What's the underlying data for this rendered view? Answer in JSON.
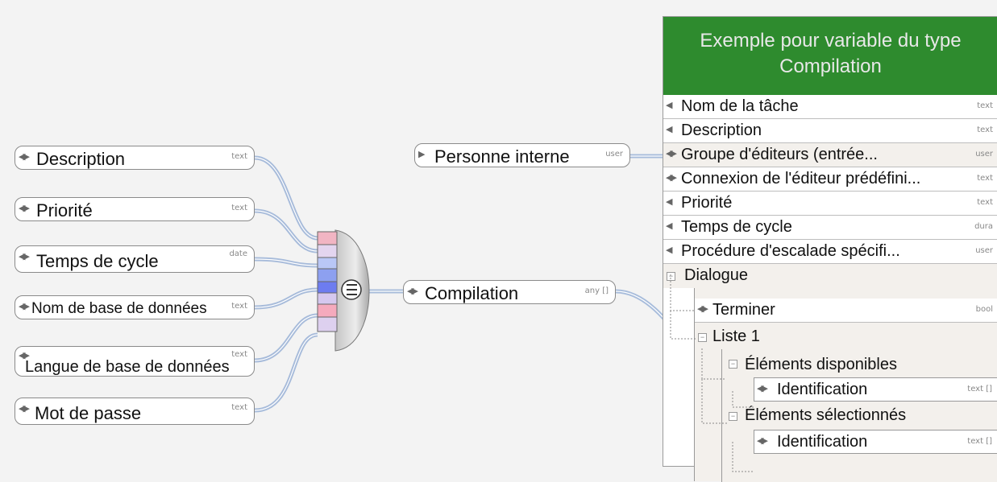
{
  "left_inputs": [
    {
      "label": "Description",
      "type": "text"
    },
    {
      "label": "Priorité",
      "type": "text"
    },
    {
      "label": "Temps de cycle",
      "type": "date"
    },
    {
      "label": "Nom de base de données",
      "type": "text"
    },
    {
      "label": "Langue de base de données",
      "type": "text"
    },
    {
      "label": "Mot de passe",
      "type": "text"
    }
  ],
  "personne": {
    "label": "Personne interne",
    "type": "user"
  },
  "compilation": {
    "label": "Compilation",
    "type": "any []"
  },
  "compiler_block": {
    "icon": "list-compose-icon"
  },
  "target": {
    "title_line1": "Exemple pour variable du type",
    "title_line2": "Compilation",
    "header_color": "#2e8b2e",
    "rows": [
      {
        "label": "Nom de la tâche",
        "type": "text"
      },
      {
        "label": "Description",
        "type": "text"
      },
      {
        "label": "Groupe d'éditeurs (entrée...",
        "type": "user"
      },
      {
        "label": "Connexion de l'éditeur prédéfini...",
        "type": "text"
      },
      {
        "label": "Priorité",
        "type": "text"
      },
      {
        "label": "Temps de cycle",
        "type": "dura"
      },
      {
        "label": "Procédure d'escalade spécifi...",
        "type": "user"
      },
      {
        "label": "Dialogue",
        "type": ""
      },
      {
        "label": "Terminer",
        "type": "bool"
      },
      {
        "label": "Liste 1",
        "type": ""
      },
      {
        "label": "Éléments disponibles",
        "type": ""
      },
      {
        "label": "Identification",
        "type": "text []"
      },
      {
        "label": "Éléments sélectionnés",
        "type": ""
      },
      {
        "label": "Identification",
        "type": "text []"
      }
    ]
  }
}
